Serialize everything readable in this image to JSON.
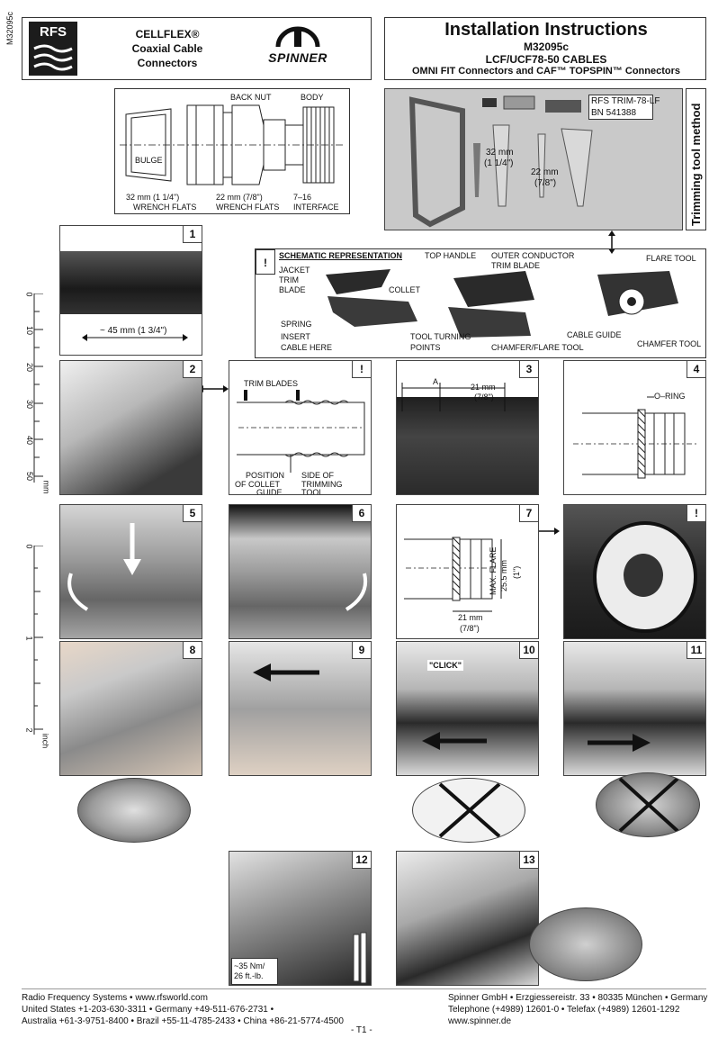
{
  "side_code": "M32095c",
  "header_left": {
    "rfs_logo": "RFS",
    "product_line1": "CELLFLEX®",
    "product_line2": "Coaxial Cable",
    "product_line3": "Connectors",
    "spinner_logo": "SPINNER"
  },
  "header_right": {
    "title": "Installation Instructions",
    "doc_no": "M32095c",
    "cables": "LCF/UCF78-50 CABLES",
    "subtitle": "OMNI FIT Connectors and CAF™ TOPSPIN™ Connectors"
  },
  "connector_diagram": {
    "back_nut": "BACK NUT",
    "body": "BODY",
    "bulge": "BULGE",
    "wrench1": "32 mm (1 1/4\")",
    "wrench1b": "WRENCH FLATS",
    "wrench2": "22 mm (7/8\")",
    "wrench2b": "WRENCH FLATS",
    "interface1": "7–16",
    "interface2": "INTERFACE"
  },
  "tools_photo": {
    "part1": "RFS TRIM-78-LF",
    "part2": "BN 541388",
    "w32a": "32 mm",
    "w32b": "(1 1/4\")",
    "w22a": "22 mm",
    "w22b": "(7/8\")"
  },
  "side_label": "Trimming tool method",
  "schematic": {
    "warn": "!",
    "heading": "SCHEMATIC REPRESENTATION",
    "top_handle": "TOP HANDLE",
    "outer_trim1": "OUTER CONDUCTOR",
    "outer_trim2": "TRIM BLADE",
    "flare_tool": "FLARE TOOL",
    "jacket1": "JACKET",
    "jacket2": "TRIM",
    "jacket3": "BLADE",
    "collet": "COLLET",
    "spring": "SPRING",
    "insert1": "INSERT",
    "insert2": "CABLE HERE",
    "turning1": "TOOL TURNING",
    "turning2": "POINTS",
    "chamfer_flare": "CHAMFER/FLARE TOOL",
    "cable_guide": "CABLE GUIDE",
    "chamfer_tool": "CHAMFER TOOL"
  },
  "ruler_mm": {
    "marks": [
      "0",
      "10",
      "20",
      "30",
      "40",
      "50"
    ],
    "unit": "mm"
  },
  "ruler_inch": {
    "marks": [
      "0",
      "1",
      "2"
    ],
    "unit": "inch"
  },
  "steps": {
    "s1": {
      "num": "1",
      "dim": "~ 45 mm (1 3/4\")"
    },
    "s2": {
      "num": "2"
    },
    "sw": {
      "num": "!",
      "trim_blades": "TRIM  BLADES",
      "pos1": "POSITION",
      "pos2": "OF  COLLET",
      "pos3": "GUIDE",
      "side1": "SIDE  OF",
      "side2": "TRIMMING",
      "side3": "TOOL"
    },
    "s3": {
      "num": "3",
      "a": "A",
      "d1": "21 mm",
      "d2": "(7/8\")"
    },
    "s4": {
      "num": "4",
      "oring": "O–RING"
    },
    "s5": {
      "num": "5"
    },
    "s6": {
      "num": "6"
    },
    "s7": {
      "num": "7",
      "max1": "MAX. FLARE",
      "max2": "25.5 mm",
      "max3": "(1\")",
      "d1": "21  mm",
      "d2": "(7/8\")"
    },
    "s7w": {
      "num": "!"
    },
    "s8": {
      "num": "8"
    },
    "s9": {
      "num": "9"
    },
    "s10": {
      "num": "10",
      "click": "\"CLICK\""
    },
    "s11": {
      "num": "11"
    },
    "s12": {
      "num": "12",
      "torque1": "~35 Nm/",
      "torque2": "26 ft.-lb."
    },
    "s13": {
      "num": "13"
    }
  },
  "footer": {
    "left1": "Radio Frequency Systems • www.rfsworld.com",
    "left2": "United States +1-203-630-3311 • Germany +49-511-676-2731 •",
    "left3": "Australia +61-3-9751-8400 • Brazil +55-11-4785-2433 • China +86-21-5774-4500",
    "right1": "Spinner GmbH • Erzgiessereistr. 33 • 80335 München • Germany",
    "right2": "Telephone (+4989) 12601-0 • Telefax (+4989) 12601-1292",
    "right3": "www.spinner.de",
    "page": "- T1 -"
  },
  "colors": {
    "rfs_blue": "#1c1c1c",
    "panel_grey": "#c9c9c9",
    "outline": "#333333"
  }
}
